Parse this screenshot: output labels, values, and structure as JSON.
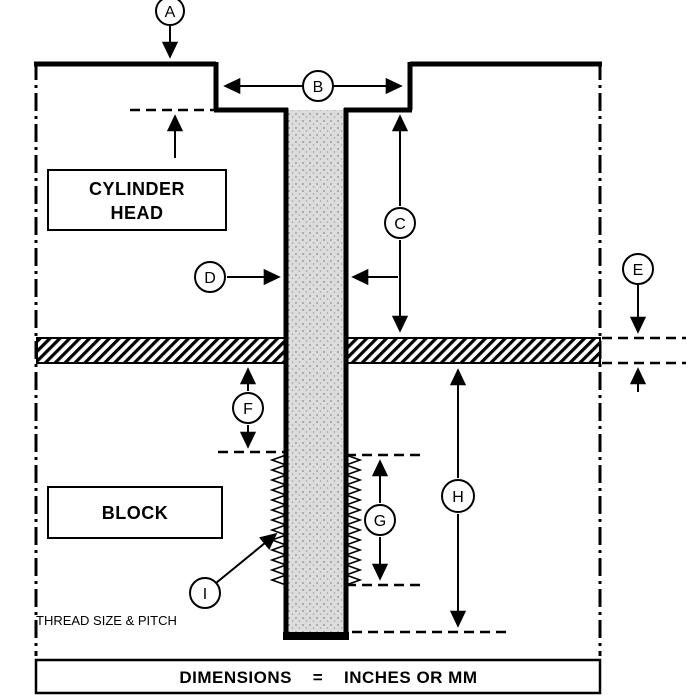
{
  "callouts": {
    "A": "A",
    "B": "B",
    "C": "C",
    "D": "D",
    "E": "E",
    "F": "F",
    "G": "G",
    "H": "H",
    "I": "I"
  },
  "parts": {
    "cylinder_head_line1": "CYLINDER",
    "cylinder_head_line2": "HEAD",
    "block": "BLOCK"
  },
  "annotations": {
    "thread_note": "THREAD SIZE & PITCH"
  },
  "footer": {
    "left": "DIMENSIONS",
    "equals": "=",
    "right": "INCHES OR MM"
  },
  "colors": {
    "line": "#000000",
    "bolt_fill": "#dcdcdc",
    "background": "#ffffff"
  }
}
